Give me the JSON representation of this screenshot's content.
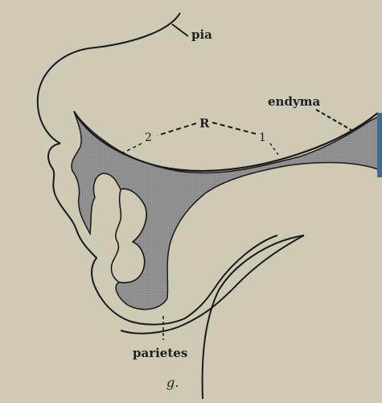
{
  "figure": {
    "labels": {
      "pia": "pia",
      "endyma": "endyma",
      "parietes": "parietes",
      "r": "R",
      "num_2": "2",
      "num_1": "1",
      "figure_mark": "g."
    },
    "colors": {
      "paper": "#cfcab4",
      "ink": "#1a1a1a",
      "shading": "#8f8f8f",
      "edge_blue": "#3b6e93"
    }
  }
}
